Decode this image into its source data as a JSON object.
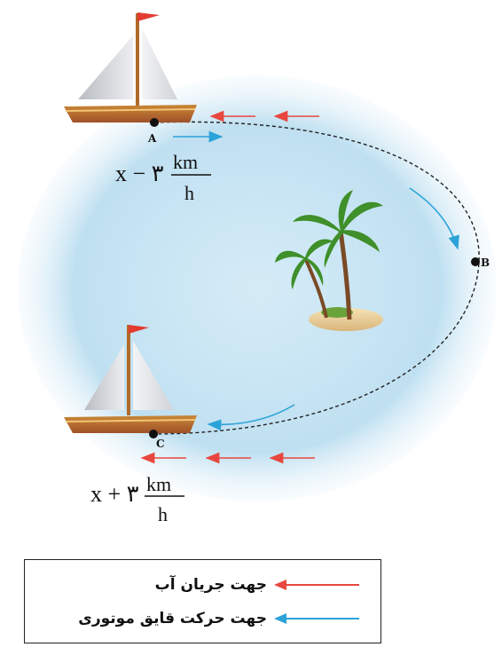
{
  "points": {
    "a": "A",
    "b": "B",
    "c": "C"
  },
  "speeds": {
    "upstream": {
      "prefix": "x − ۳",
      "num": "km",
      "den": "h"
    },
    "downstream": {
      "prefix": "x + ۳",
      "num": "km",
      "den": "h"
    }
  },
  "legend": {
    "water_current": {
      "label": "جهت جریان آب",
      "color": "#e8473f"
    },
    "boat_motion": {
      "label": "جهت حرکت قایق موتوری",
      "color": "#2ba3d9"
    }
  }
}
